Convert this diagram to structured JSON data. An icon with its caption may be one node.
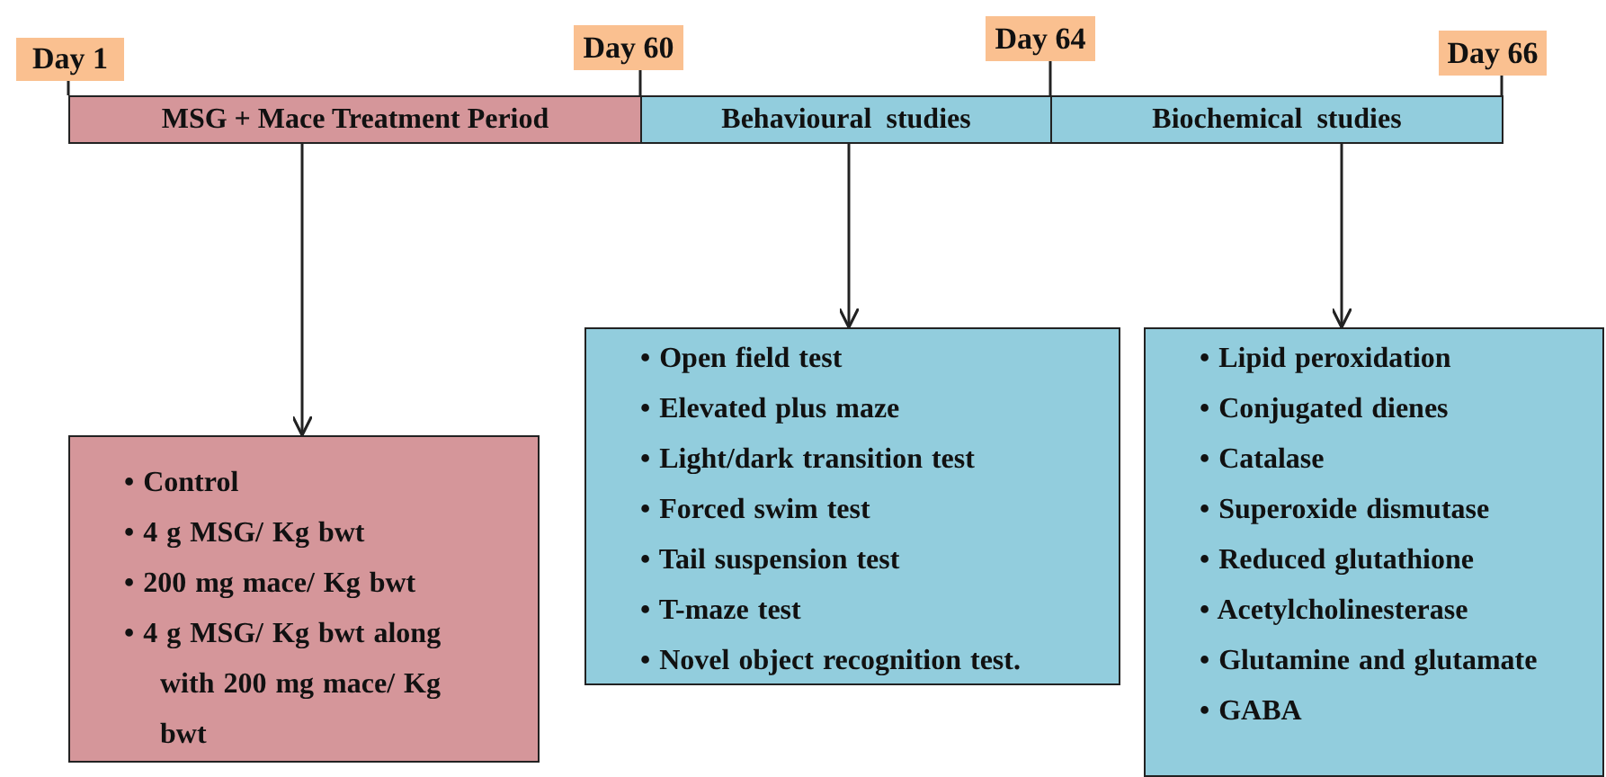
{
  "diagram": {
    "nodes": [
      {
        "text": [
          "Day 1"
        ]
      },
      {
        "text": [
          "Day 60"
        ]
      },
      {
        "text": [
          "Day 64"
        ]
      },
      {
        "text": [
          "Day 66"
        ]
      },
      {
        "text": [
          "MSG + Mace Treatment Period"
        ]
      },
      {
        "text": [
          "Behavioural  studies"
        ]
      },
      {
        "text": [
          "Biochemical  studies"
        ]
      },
      {
        "text": [
          "• Control",
          "• 4 g MSG/ Kg bwt",
          "• 200 mg mace/ Kg bwt",
          "• 4 g MSG/ Kg bwt along with 200 mg mace/ Kg bwt"
        ]
      },
      {
        "text": [
          "• Open field test",
          "• Elevated plus maze",
          "• Light/dark transition test",
          "• Forced swim test",
          "• Tail suspension test",
          "• T-maze test",
          "• Novel object recognition test."
        ]
      },
      {
        "text": [
          "• Lipid peroxidation",
          "• Conjugated dienes",
          "• Catalase",
          "• Superoxide dismutase",
          "• Reduced glutathione",
          "• Acetylcholinesterase",
          "• Glutamine and glutamate",
          "• GABA"
        ]
      }
    ],
    "edges": [
      {
        "from": 4,
        "to": 7,
        "arrow": "to"
      },
      {
        "from": 5,
        "to": 8,
        "arrow": "to"
      },
      {
        "from": 6,
        "to": 9,
        "arrow": "to"
      },
      {
        "from": 0,
        "to": 4,
        "arrow": "none"
      },
      {
        "from": 1,
        "to": 5,
        "arrow": "none"
      },
      {
        "from": 2,
        "to": 6,
        "arrow": "none"
      },
      {
        "from": 3,
        "to": 6,
        "arrow": "none"
      }
    ]
  }
}
